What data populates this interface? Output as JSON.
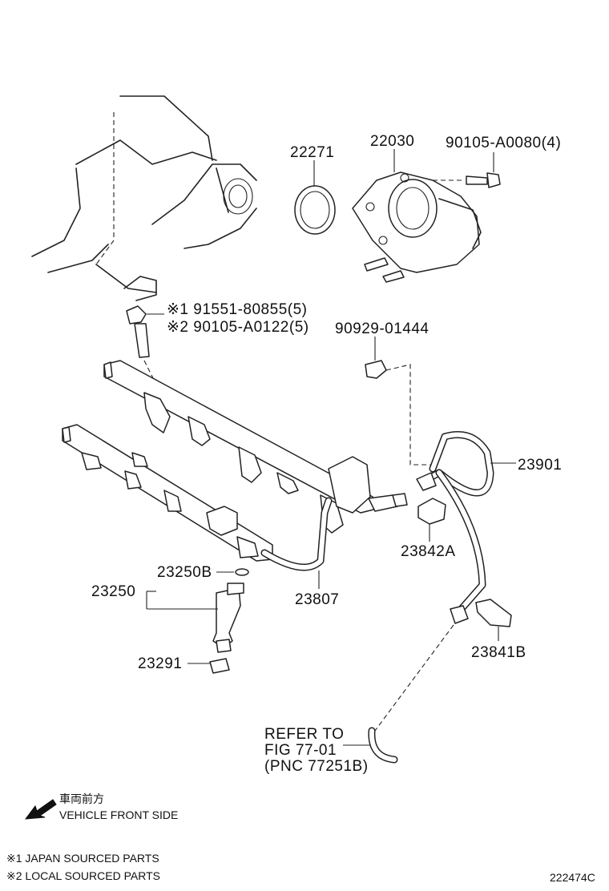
{
  "parts": {
    "p22271": "22271",
    "p22030": "22030",
    "p90105_a0080": "90105-A0080(4)",
    "bolt_japan": "※1 91551-80855(5)",
    "bolt_local": "※2 90105-A0122(5)",
    "p90929": "90929-01444",
    "p23901": "23901",
    "p23842a": "23842A",
    "p23250b": "23250B",
    "p23250": "23250",
    "p23807": "23807",
    "p23841b": "23841B",
    "p23291": "23291"
  },
  "refer": {
    "line1": "REFER TO",
    "line2": "FIG 77-01",
    "line3": "(PNC 77251B)"
  },
  "front": {
    "jp": "車両前方",
    "en": "VEHICLE FRONT SIDE"
  },
  "notes": {
    "japan": "※1 JAPAN SOURCED PARTS",
    "local": "※2 LOCAL SOURCED PARTS"
  },
  "figure_id": "222474C"
}
